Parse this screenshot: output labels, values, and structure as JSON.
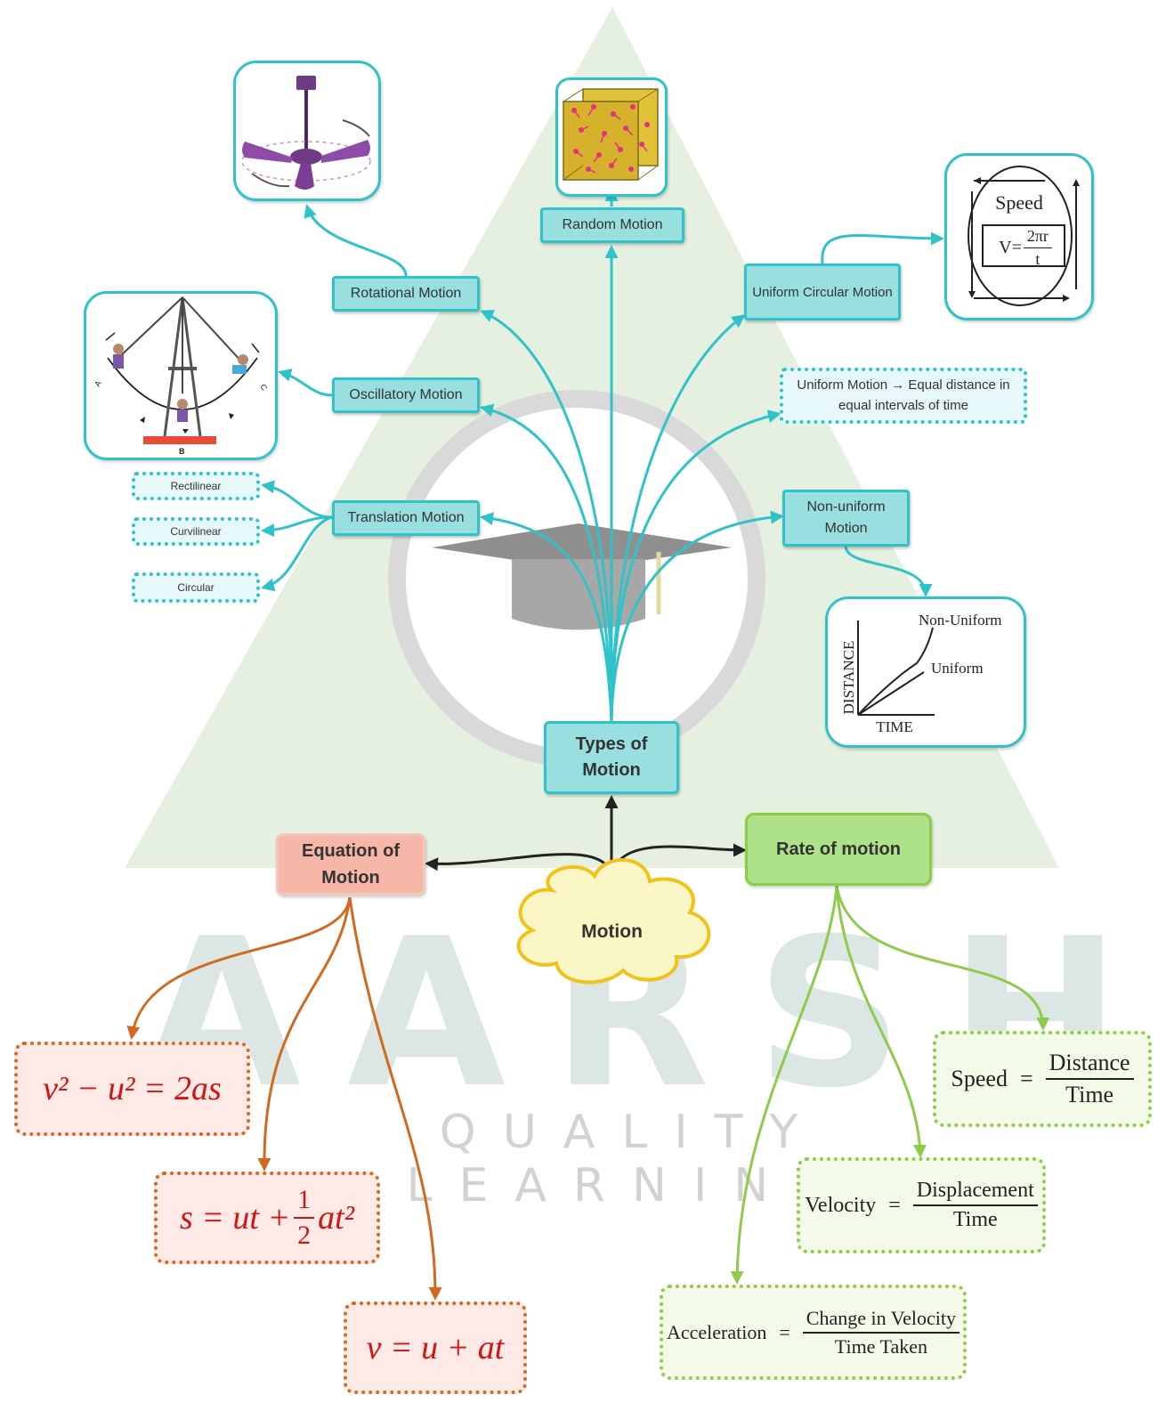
{
  "watermark": {
    "brand": "AARSHI",
    "tagline": "QUALITY LEARNING"
  },
  "center": {
    "motion": "Motion"
  },
  "types": {
    "title_line1": "Types of",
    "title_line2": "Motion",
    "rotational": "Rotational Motion",
    "random": "Random Motion",
    "uniform_circular": "Uniform Circular Motion",
    "oscillatory": "Oscillatory Motion",
    "uniform_motion": "Uniform Motion → Equal distance in equal intervals of time",
    "translation": "Translation Motion",
    "non_uniform_line1": "Non-uniform",
    "non_uniform_line2": "Motion",
    "rectilinear": "Rectilinear",
    "curvilinear": "Curvilinear",
    "circular": "Circular"
  },
  "speed_card": {
    "title": "Speed",
    "formula_lhs": "V=",
    "formula_num": "2πr",
    "formula_den": "t"
  },
  "pendulum_card": {
    "label_a": "A",
    "label_b": "B",
    "label_c": "C"
  },
  "graph_card": {
    "ylabel": "DISTANCE",
    "xlabel": "TIME",
    "curve_non_uniform": "Non-Uniform",
    "curve_uniform": "Uniform"
  },
  "equation": {
    "title_line1": "Equation of",
    "title_line2": "Motion",
    "eq1": "v² − u² = 2as",
    "eq2_lhs": "s = ut +",
    "eq2_num": "1",
    "eq2_den": "2",
    "eq2_rhs": "at²",
    "eq3": "v = u + at"
  },
  "rate": {
    "title": "Rate of motion",
    "speed_lhs": "Speed",
    "speed_num": "Distance",
    "speed_den": "Time",
    "velocity_lhs": "Velocity",
    "velocity_num": "Displacement",
    "velocity_den": "Time",
    "accel_lhs": "Acceleration",
    "accel_num": "Change in Velocity",
    "accel_den": "Time Taken",
    "equals": "="
  },
  "colors": {
    "teal": "#2fc3c9",
    "teal_fill": "#9adfe0",
    "orange": "#d2691e",
    "green": "#8ccc4a",
    "red_text": "#d21414"
  }
}
